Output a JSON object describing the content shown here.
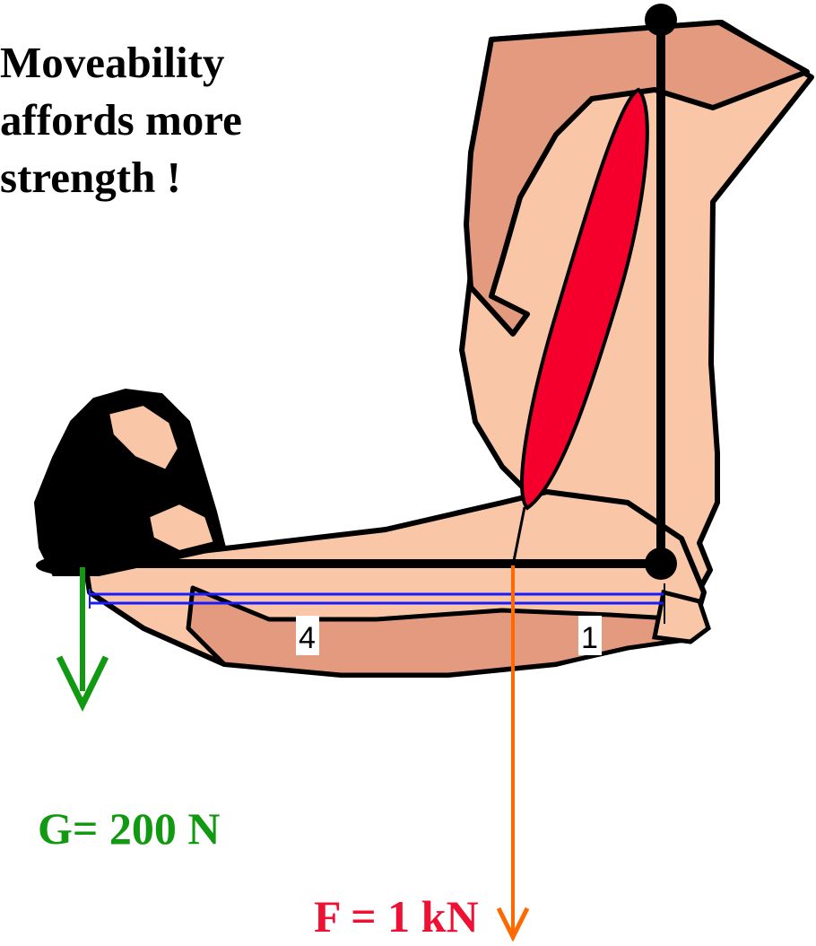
{
  "headline": {
    "lines": [
      "Moveability",
      "affords more",
      "strength !"
    ]
  },
  "lever": {
    "long_arm_label": "4",
    "short_arm_label": "1"
  },
  "forces": {
    "load_label": "G= 200 N",
    "muscle_label": "F = 1 kN"
  },
  "colors": {
    "skin": "#f9c7a7",
    "skin_shadow": "#e39a7e",
    "muscle": "#f5002d",
    "load_arrow": "#119911",
    "muscle_arrow": "#ff6a00",
    "lever_line": "#1a1aff"
  }
}
